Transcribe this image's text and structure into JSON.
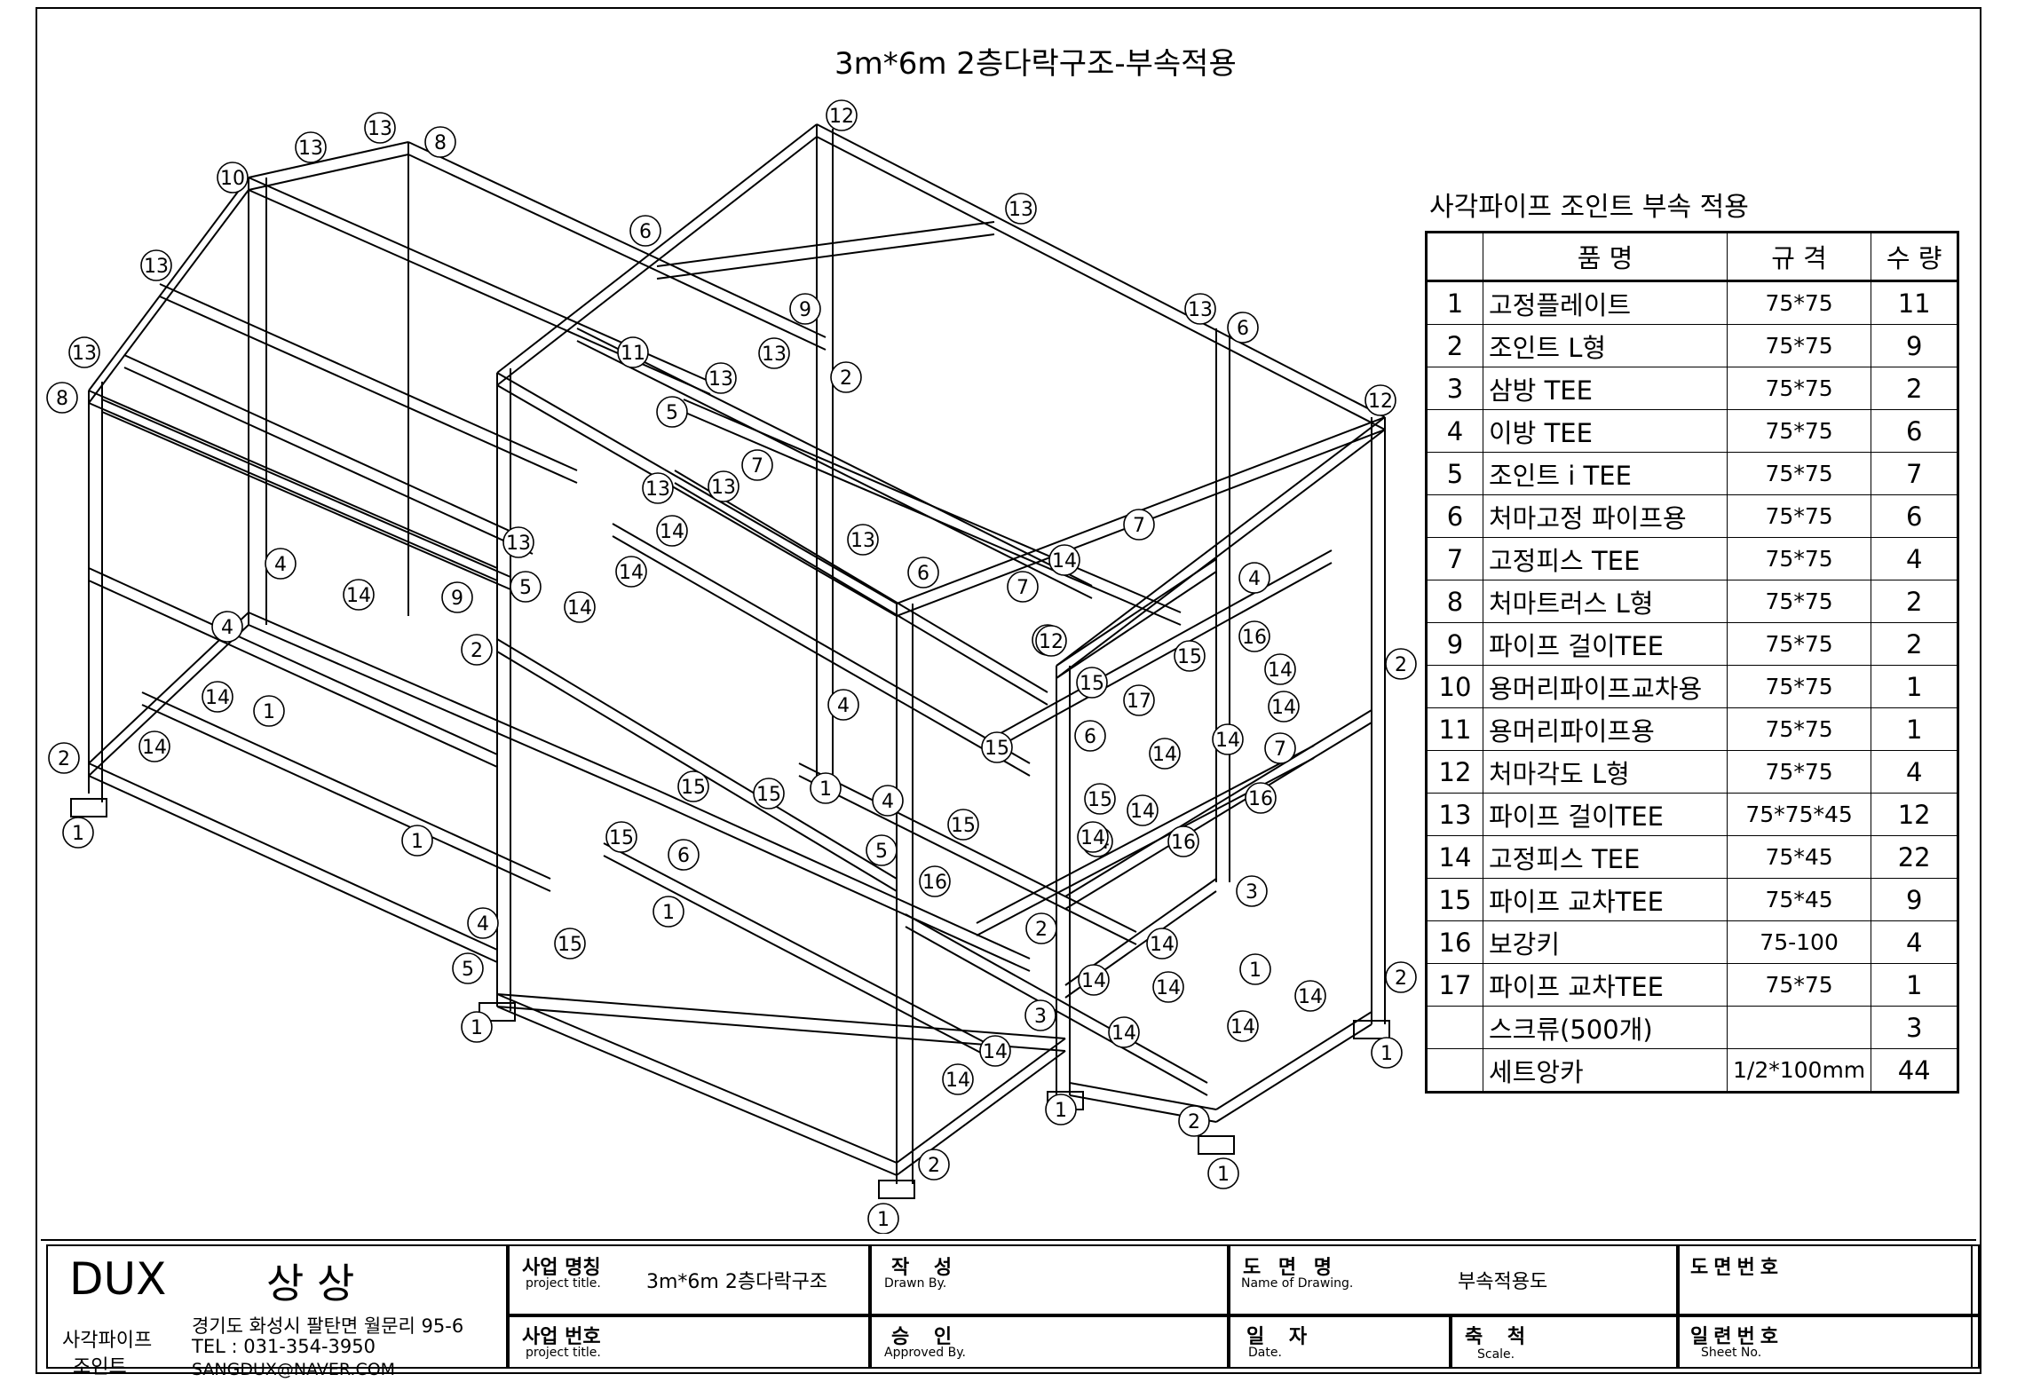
{
  "drawing_title": "3m*6m 2층다락구조-부속적용",
  "bom": {
    "title": "사각파이프 조인트 부속 적용",
    "headers": [
      "",
      "품 명",
      "규 격",
      "수 량"
    ],
    "rows": [
      {
        "no": "1",
        "name": "고정플레이트",
        "spec": "75*75",
        "qty": "11"
      },
      {
        "no": "2",
        "name": "조인트 L형",
        "spec": "75*75",
        "qty": "9"
      },
      {
        "no": "3",
        "name": "삼방 TEE",
        "spec": "75*75",
        "qty": "2"
      },
      {
        "no": "4",
        "name": "이방 TEE",
        "spec": "75*75",
        "qty": "6"
      },
      {
        "no": "5",
        "name": "조인트 i TEE",
        "spec": "75*75",
        "qty": "7"
      },
      {
        "no": "6",
        "name": "처마고정 파이프용",
        "spec": "75*75",
        "qty": "6"
      },
      {
        "no": "7",
        "name": "고정피스 TEE",
        "spec": "75*75",
        "qty": "4"
      },
      {
        "no": "8",
        "name": "처마트러스 L형",
        "spec": "75*75",
        "qty": "2"
      },
      {
        "no": "9",
        "name": "파이프 걸이TEE",
        "spec": "75*75",
        "qty": "2"
      },
      {
        "no": "10",
        "name": "용머리파이프교차용",
        "spec": "75*75",
        "qty": "1"
      },
      {
        "no": "11",
        "name": "용머리파이프용",
        "spec": "75*75",
        "qty": "1"
      },
      {
        "no": "12",
        "name": "처마각도 L형",
        "spec": "75*75",
        "qty": "4"
      },
      {
        "no": "13",
        "name": "파이프 걸이TEE",
        "spec": "75*75*45",
        "qty": "12"
      },
      {
        "no": "14",
        "name": "고정피스 TEE",
        "spec": "75*45",
        "qty": "22"
      },
      {
        "no": "15",
        "name": "파이프 교차TEE",
        "spec": "75*45",
        "qty": "9"
      },
      {
        "no": "16",
        "name": "보강키",
        "spec": "75-100",
        "qty": "4"
      },
      {
        "no": "17",
        "name": "파이프 교차TEE",
        "spec": "75*75",
        "qty": "1"
      },
      {
        "no": "",
        "name": "스크류(500개)",
        "spec": "",
        "qty": "3"
      },
      {
        "no": "",
        "name": "세트앙카",
        "spec": "1/2*100mm",
        "qty": "44"
      }
    ]
  },
  "title_block": {
    "brand": "DUX",
    "company": "상 상",
    "product_line_1": "사각파이프",
    "product_line_2": "조인트",
    "address": "경기도 화성시 팔탄면 월문리 95-6",
    "tel": "TEL : 031-354-3950",
    "email": "SANGDUX@NAVER.COM",
    "project_name_label": "사업 명칭",
    "project_name_sub": "project title.",
    "project_name_value": "3m*6m 2층다락구조",
    "project_no_label": "사업 번호",
    "project_no_sub": "project title.",
    "drawn_label": "작 성",
    "drawn_sub": "Drawn By.",
    "approved_label": "승 인",
    "approved_sub": "Approved By.",
    "drawing_name_label": "도 면 명",
    "drawing_name_sub": "Name of Drawing.",
    "drawing_name_value": "부속적용도",
    "date_label": "일 자",
    "date_sub": "Date.",
    "scale_label": "축 척",
    "scale_sub": "Scale.",
    "drawing_no_label": "도면번호",
    "sheet_no_label": "일련번호",
    "sheet_no_sub": "Sheet No."
  },
  "callouts": [
    "1",
    "2",
    "3",
    "4",
    "5",
    "6",
    "7",
    "8",
    "9",
    "10",
    "11",
    "12",
    "13",
    "14",
    "15",
    "16",
    "17"
  ]
}
